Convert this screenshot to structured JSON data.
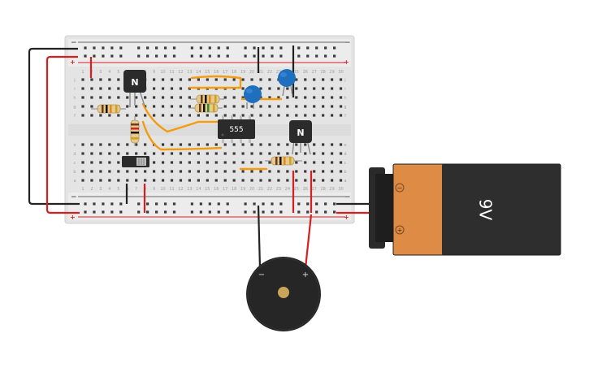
{
  "breadboard": {
    "columns": [
      "1",
      "2",
      "3",
      "4",
      "5",
      "6",
      "7",
      "8",
      "9",
      "10",
      "11",
      "12",
      "13",
      "14",
      "15",
      "16",
      "17",
      "18",
      "19",
      "20",
      "21",
      "22",
      "23",
      "24",
      "25",
      "26",
      "27",
      "28",
      "29",
      "30"
    ],
    "rows_top": [
      "j",
      "i",
      "h",
      "g",
      "f"
    ],
    "rows_bottom": [
      "e",
      "d",
      "c",
      "b",
      "a"
    ],
    "rail_plus": "+",
    "rail_minus": "−"
  },
  "components": {
    "ic_label": "555",
    "transistor_left_label": "N",
    "transistor_right_label": "N"
  },
  "battery": {
    "label": "9V",
    "terminal_minus": "−",
    "terminal_plus": "+"
  },
  "buzzer": {
    "minus": "−",
    "plus": "+"
  },
  "colors": {
    "board": "#e6e6e6",
    "rail_red": "#d42020",
    "wire_orange": "#f39c12",
    "wire_red": "#d42020",
    "wire_black": "#222222",
    "battery_body": "#dd8b45",
    "battery_dark": "#222222",
    "capacitor_blue": "#1f6fbf"
  }
}
